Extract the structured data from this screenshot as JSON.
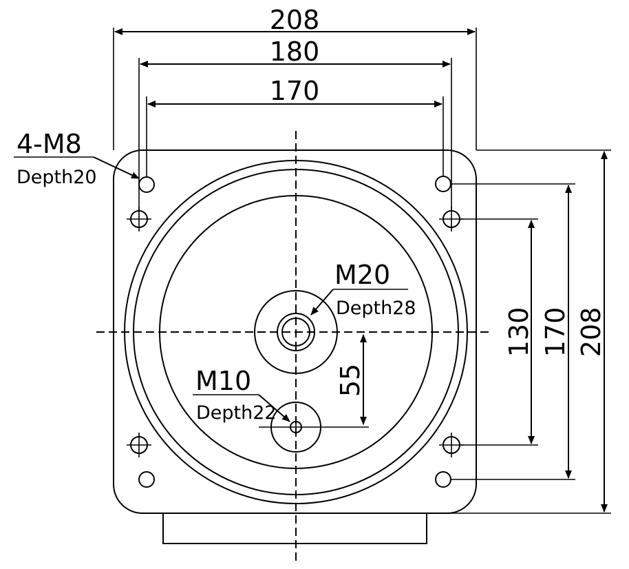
{
  "dimensions": {
    "top_outer": "208",
    "top_mid": "180",
    "top_inner": "170",
    "right_inner": "130",
    "right_mid": "170",
    "right_outer": "208",
    "offset": "55"
  },
  "callouts": {
    "corner_holes": {
      "thread": "4-M8",
      "depth": "Depth20"
    },
    "center_hole": {
      "thread": "M20",
      "depth": "Depth28"
    },
    "offset_hole": {
      "thread": "M10",
      "depth": "Depth22"
    }
  }
}
